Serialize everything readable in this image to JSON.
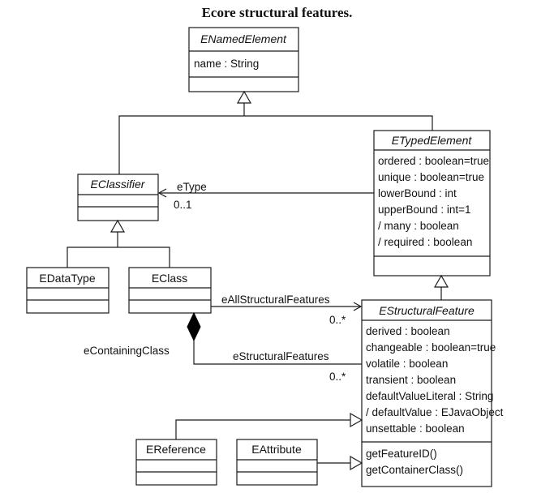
{
  "title": "Ecore structural features.",
  "classes": {
    "enamed": {
      "name": "ENamedElement",
      "attrs": [
        "name : String"
      ]
    },
    "etyped": {
      "name": "ETypedElement",
      "attrs": [
        "ordered : boolean=true",
        "unique : boolean=true",
        "lowerBound : int",
        "upperBound : int=1",
        "/ many : boolean",
        "/ required : boolean"
      ]
    },
    "eclassifier": {
      "name": "EClassifier"
    },
    "edatatype": {
      "name": "EDataType"
    },
    "eclass": {
      "name": "EClass"
    },
    "estructural": {
      "name": "EStructuralFeature",
      "attrs": [
        "derived : boolean",
        "changeable : boolean=true",
        "volatile : boolean",
        "transient : boolean",
        "defaultValueLiteral : String",
        "/ defaultValue : EJavaObject",
        "unsettable : boolean"
      ],
      "ops": [
        "getFeatureID()",
        "getContainerClass()"
      ]
    },
    "ereference": {
      "name": "EReference"
    },
    "eattribute": {
      "name": "EAttribute"
    }
  },
  "associations": {
    "etype": {
      "role": "eType",
      "mult": "0..1"
    },
    "eallstructural": {
      "role": "eAllStructuralFeatures",
      "mult": "0..*"
    },
    "estructuralfeatures": {
      "role": "eStructuralFeatures",
      "mult": "0..*"
    },
    "econtaining": {
      "role": "eContainingClass"
    }
  }
}
